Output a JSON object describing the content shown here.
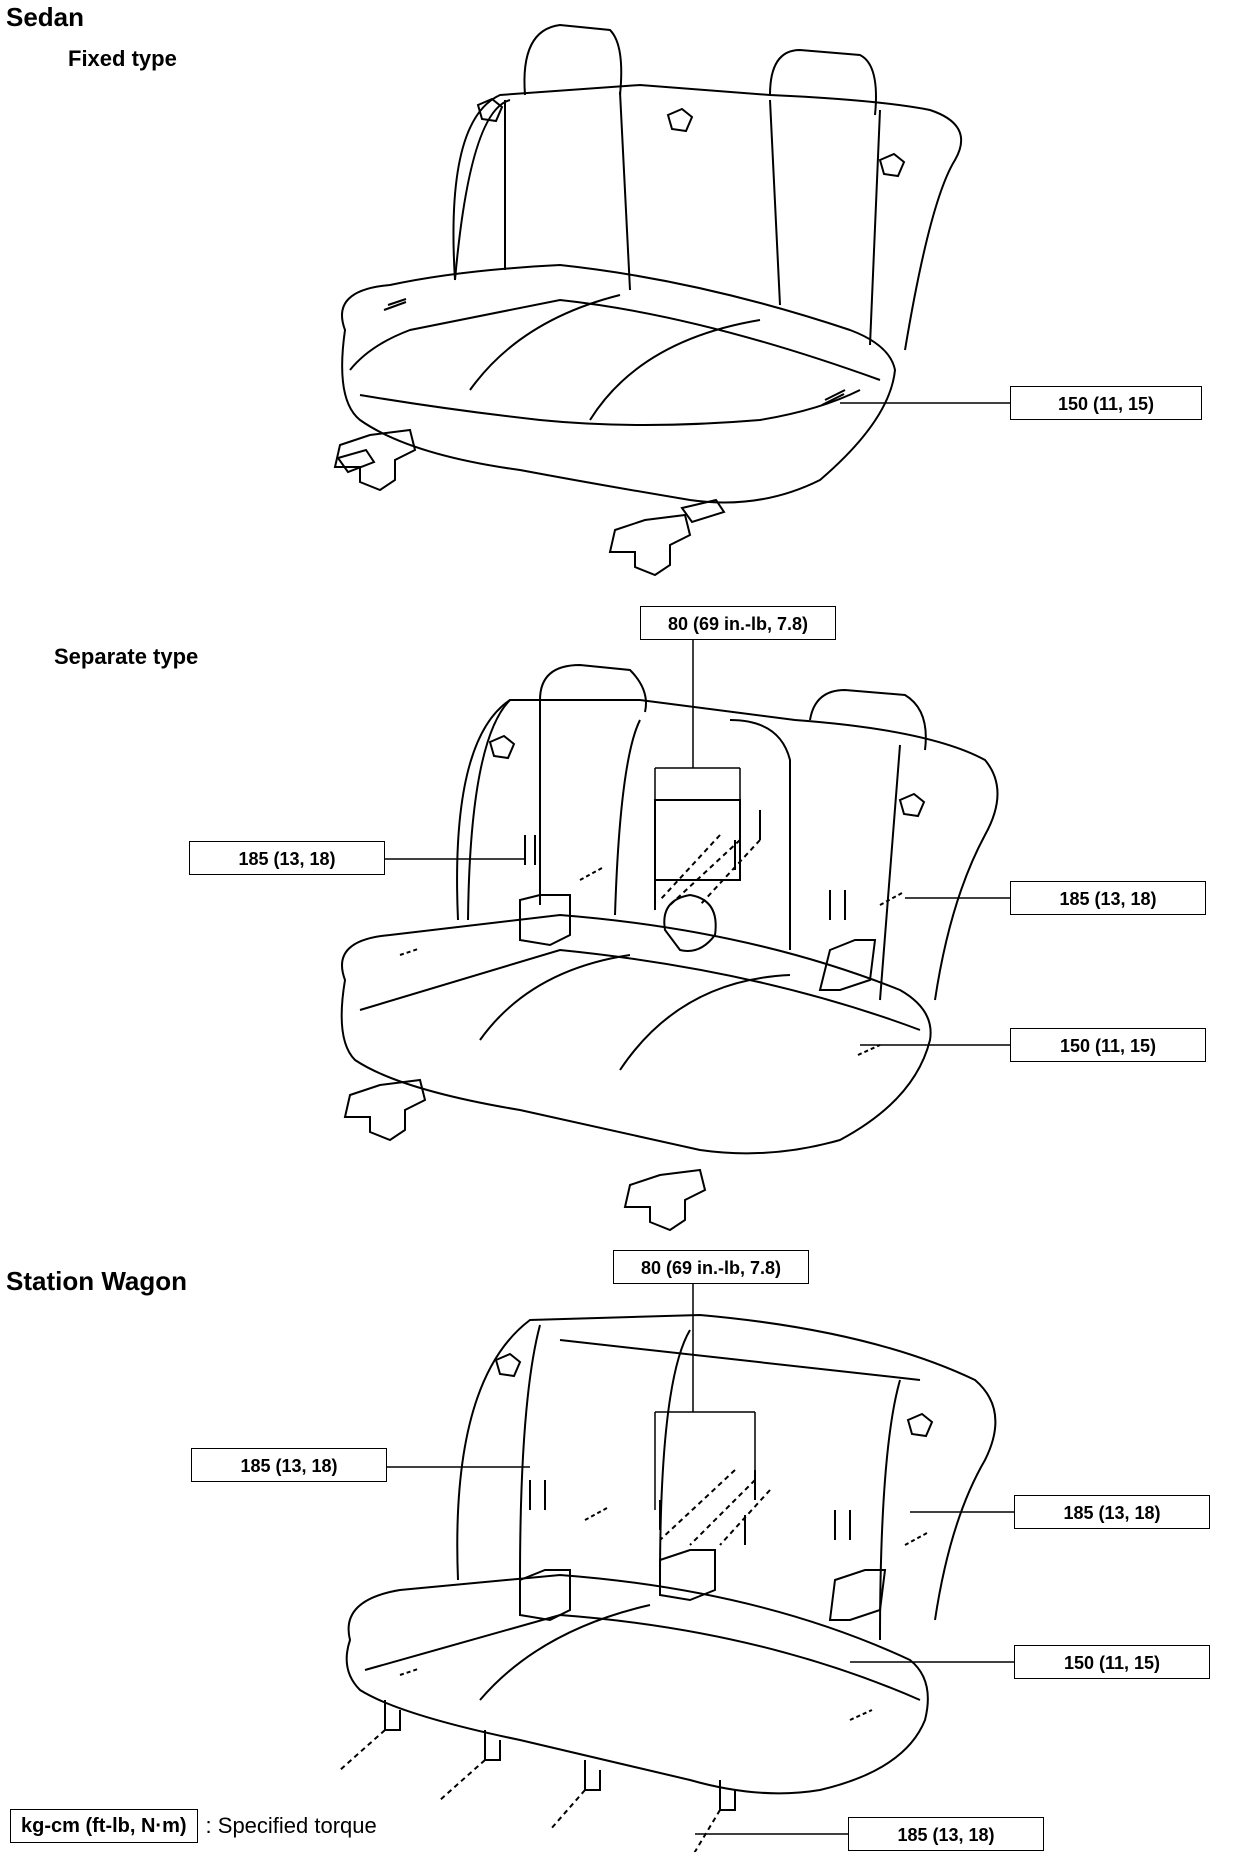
{
  "headings": {
    "sedan": "Sedan",
    "fixed_type": "Fixed type",
    "separate_type": "Separate type",
    "station_wagon": "Station Wagon"
  },
  "torque_labels": {
    "fixed_side": "150 (11, 15)",
    "sep_center": "80 (69 in.-lb, 7.8)",
    "sep_left": "185 (13, 18)",
    "sep_right": "185 (13, 18)",
    "sep_side": "150 (11, 15)",
    "wag_center": "80 (69 in.-lb, 7.8)",
    "wag_left": "185 (13, 18)",
    "wag_right": "185 (13, 18)",
    "wag_side": "150 (11, 15)",
    "wag_bottom": "185 (13, 18)"
  },
  "legend": {
    "units": "kg-cm (ft-lb, N·m)",
    "meaning": ": Specified torque"
  }
}
